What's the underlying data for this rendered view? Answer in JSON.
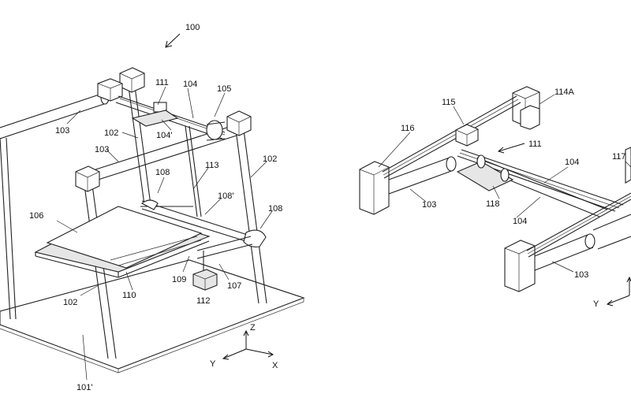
{
  "left_figure": {
    "labels": {
      "l100": "100",
      "l111": "111",
      "l104a": "104",
      "l105": "105",
      "l103a": "103",
      "l102a": "102",
      "l104b": "104'",
      "l103b": "103",
      "l108a": "108",
      "l113": "113",
      "l102b": "102",
      "l108b": "108'",
      "l106": "106",
      "l108c": "108",
      "l109": "109",
      "l112": "112",
      "l107": "107",
      "l102c": "102",
      "l110": "110",
      "l101": "101'"
    },
    "axes": {
      "z": "Z",
      "y": "Y",
      "x": "X"
    }
  },
  "right_figure": {
    "labels": {
      "r115": "115",
      "r114a": "114A",
      "r116": "116",
      "r111": "111",
      "r104": "104",
      "r117": "117",
      "r103a": "103",
      "r118": "118",
      "r104b": "104",
      "r103b": "103"
    },
    "axes": {
      "y": "Y"
    }
  }
}
